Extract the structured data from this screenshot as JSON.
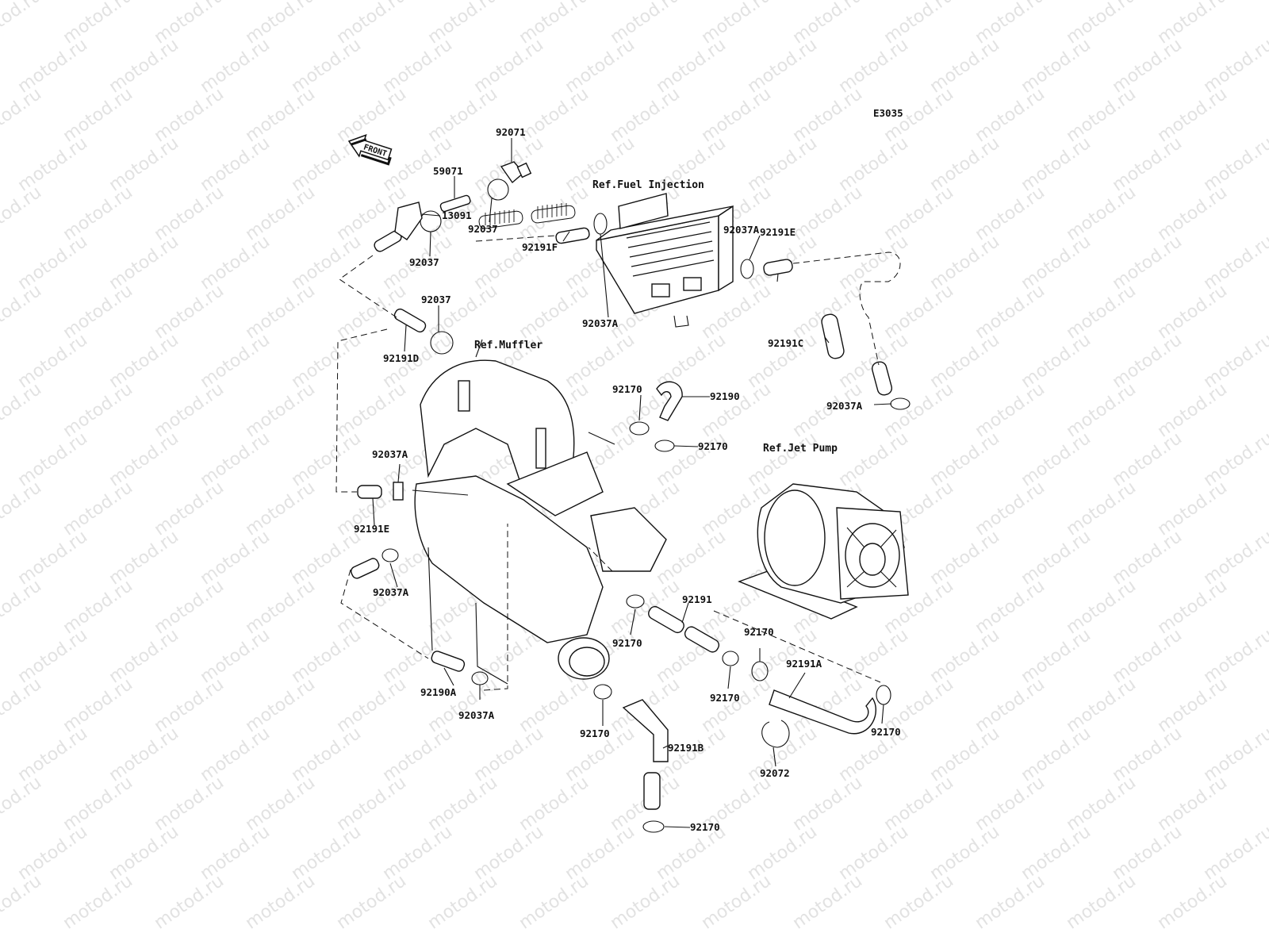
{
  "watermark": "motod.ru",
  "diagram_code": "E3035",
  "front_label": "FRONT",
  "references": {
    "fuel_injection": "Ref.Fuel Injection",
    "muffler": "Ref.Muffler",
    "jet_pump": "Ref.Jet Pump"
  },
  "parts": [
    "92071",
    "59071",
    "92037",
    "92037",
    "13091",
    "92037",
    "92191D",
    "92191F",
    "92037A",
    "92037A",
    "92191E",
    "92191C",
    "92037A",
    "92170",
    "92190",
    "92170",
    "92037A",
    "92191E",
    "92037A",
    "92191",
    "92170",
    "92170",
    "92170",
    "92191A",
    "92170",
    "92190A",
    "92037A",
    "92170",
    "92191B",
    "92072",
    "92170"
  ]
}
